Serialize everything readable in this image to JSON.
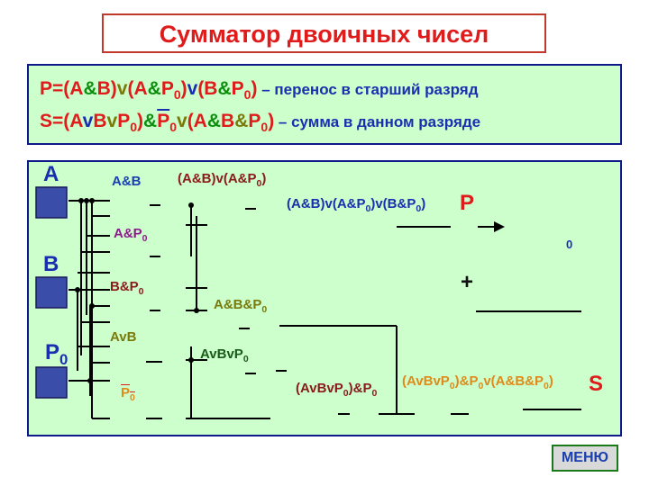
{
  "title": "Сумматор двоичных чисел",
  "formulas": {
    "p_line": {
      "p1": "P=(A",
      "amp1": "&",
      "p2": "B)",
      "or1": "v",
      "p3": "(A",
      "amp2": "&",
      "p4": "P",
      "sub1": "0",
      "p5": ")",
      "or2": "v",
      "p6": "(B",
      "amp3": "&",
      "p7": "P",
      "sub2": "0",
      "p8": ")",
      "desc": " – перенос в старший разряд"
    },
    "s_line": {
      "p1": "S=(A",
      "or1": "v",
      "p2": "B",
      "or2": "v",
      "p3": "P",
      "sub1": "0",
      "p4": ")",
      "amp1": "&",
      "p5": "P",
      "sub2": "0",
      "or3": "v",
      "p6": "(A",
      "amp2": "&",
      "p7": "B",
      "amp3": "&",
      "p8": "P",
      "sub3": "0",
      "p9": ")",
      "desc": " – сумма в данном разряде"
    }
  },
  "diagram": {
    "inputs": [
      {
        "main": "A",
        "sub": ""
      },
      {
        "main": "B",
        "sub": ""
      },
      {
        "main": "P",
        "sub": "0"
      }
    ],
    "labels": {
      "ab": {
        "main": "A&B",
        "sub": ""
      },
      "ap0": {
        "main": "A&P",
        "sub": "0"
      },
      "bp0": {
        "main": "B&P",
        "sub": "0"
      },
      "avb": {
        "main": "AvB",
        "sub": ""
      },
      "np0": {
        "main": "P",
        "sub": "0"
      },
      "ab_or_ap0": {
        "p1": "(A&B)v(A&P",
        "sub": "0",
        "p2": ")"
      },
      "carry_expr": {
        "p1": "(A&B)v(A&P",
        "sub1": "0",
        "p2": ")v(B&P",
        "sub2": "0",
        "p3": ")"
      },
      "abp0": {
        "main": "A&B&P",
        "sub": "0"
      },
      "avbvp0": {
        "main": "AvBvP",
        "sub": "0"
      },
      "avbvp0_and_np0": {
        "p1": "(AvBvP",
        "sub1": "0",
        "p2": ")&P",
        "sub2": "0"
      },
      "sum_expr": {
        "p1": "(AvBvP",
        "sub1": "0",
        "p2": ")&P",
        "sub2": "0",
        "p3": "v(A&B&P",
        "sub3": "0",
        "p4": ")"
      },
      "out_p": "P",
      "out_s": "S",
      "plus": "+",
      "zero": "0"
    }
  },
  "menu": {
    "label": "МЕНЮ"
  },
  "colors": {
    "red": "#e01b1b",
    "blue": "#1a2fb0",
    "green": "#0d8f0d",
    "purple": "#8b1c8b",
    "olive": "#7a7a0a",
    "panel": "#ccffcc",
    "input_square": "#3a4da8"
  }
}
